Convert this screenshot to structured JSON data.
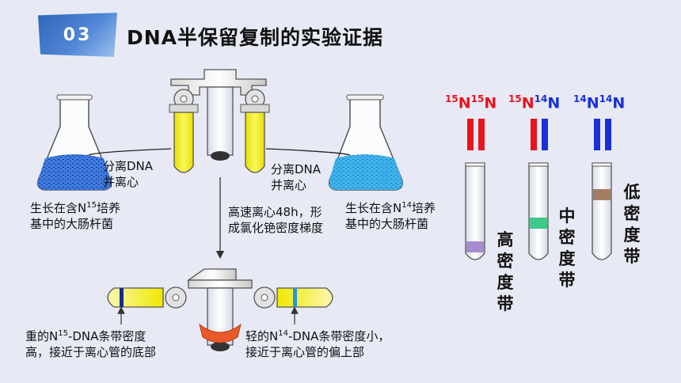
{
  "header": {
    "badge": "03",
    "title": "DNA半保留复制的实验证据"
  },
  "apparatus": {
    "left_flask_sep": "分离DNA\n并离心",
    "right_flask_sep": "分离DNA\n并离心",
    "left_flask_caption": {
      "pre": "生长在含N",
      "sup": "15",
      "post": "培养\n基中的大肠杆菌"
    },
    "right_flask_caption": {
      "pre": "生长在含N",
      "sup": "14",
      "post": "培养\n基中的大肠杆菌"
    },
    "centrifuge_note": "高速离心48h，形\n成氯化铯密度梯度",
    "heavy_note": {
      "pre": "重的N",
      "sup": "15",
      "post": "-DNA条带密度\n高，接近于离心管的底部"
    },
    "light_note": {
      "pre": "轻的N",
      "sup": "14",
      "post": "-DNA条带密度小，\n接近于离心管的偏上部"
    }
  },
  "results": {
    "labels": [
      {
        "a": "15",
        "a_sym": "N",
        "b": "15",
        "b_sym": "N",
        "color_a": "#e8141e",
        "color_b": "#e8141e"
      },
      {
        "a": "15",
        "a_sym": "N",
        "b": "14",
        "b_sym": "N",
        "color_a": "#e8141e",
        "color_b": "#1a2fd6"
      },
      {
        "a": "14",
        "a_sym": "N",
        "b": "14",
        "b_sym": "N",
        "color_a": "#1a2fd6",
        "color_b": "#1a2fd6"
      }
    ],
    "band_labels": [
      "高密度带",
      "中密度带",
      "低密度带"
    ],
    "colors": {
      "heavy": "#a78cd0",
      "medium": "#3ec98a",
      "light": "#a57d63",
      "red": "#e8141e",
      "blue": "#1a2fd6"
    }
  }
}
